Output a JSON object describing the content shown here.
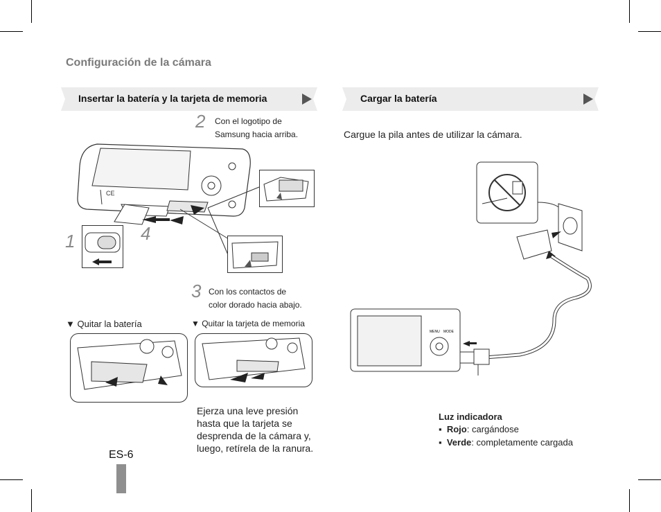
{
  "header": {
    "title": "Configuración de la cámara"
  },
  "left_band": {
    "title": "Insertar la batería y la tarjeta de memoria"
  },
  "right_band": {
    "title": "Cargar la batería"
  },
  "steps": {
    "step1": {
      "number": "1"
    },
    "step2": {
      "number": "2",
      "line1": "Con el logotipo de",
      "line2": "Samsung hacia arriba."
    },
    "step3": {
      "number": "3",
      "line1": "Con los contactos de",
      "line2": "color dorado hacia abajo."
    },
    "step4": {
      "number": "4"
    }
  },
  "remove": {
    "battery_label": "▼ Quitar la batería",
    "card_label": "▼ Quitar la tarjeta de memoria",
    "card_note": [
      "Ejerza una leve presión",
      "hasta que la tarjeta se",
      "desprenda de la cámara y,",
      "luego, retírela de la ranura."
    ]
  },
  "charge": {
    "instruction": "Cargue la pila antes de utilizar la cámara.",
    "indicator_title": "Luz indicadora",
    "items": [
      {
        "bold": "Rojo",
        "rest": ": cargándose"
      },
      {
        "bold": "Verde",
        "rest": ": completamente cargada"
      }
    ]
  },
  "camera_labels": {
    "menu": "MENU",
    "mode": "MODE"
  },
  "page": {
    "number": "ES-6"
  },
  "colors": {
    "band": "#ececec",
    "title_gray": "#7a7a7a",
    "page_bar": "#8f8f8f"
  }
}
